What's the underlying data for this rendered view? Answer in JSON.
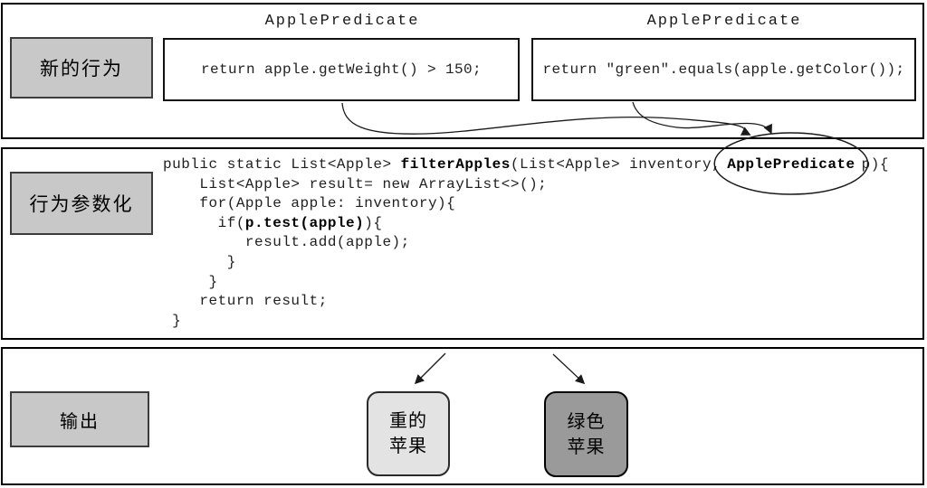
{
  "diagram": {
    "figure_type": "annotated-code-flow",
    "rows": {
      "behavior": {
        "label": "新的行为",
        "predicates": [
          {
            "title": "ApplePredicate",
            "code": "return apple.getWeight() > 150;"
          },
          {
            "title": "ApplePredicate",
            "code": "return \"green\".equals(apple.getColor());"
          }
        ]
      },
      "parameterization": {
        "label": "行为参数化",
        "code_lines": [
          {
            "segments": [
              {
                "text": "public static List<Apple> "
              },
              {
                "text": "filterApples",
                "bold": true
              },
              {
                "text": "(List<Apple> inventory,"
              },
              {
                "text": "ApplePredicate",
                "bold": true,
                "circled": true
              },
              {
                "text": "p){"
              }
            ]
          },
          {
            "segments": [
              {
                "text": "    List<Apple> result= new ArrayList<>();"
              }
            ]
          },
          {
            "segments": [
              {
                "text": "    for(Apple apple: inventory){"
              }
            ]
          },
          {
            "segments": [
              {
                "text": "      if("
              },
              {
                "text": "p.test(apple)",
                "bold": true
              },
              {
                "text": "){"
              }
            ]
          },
          {
            "segments": [
              {
                "text": "         result.add(apple);"
              }
            ]
          },
          {
            "segments": [
              {
                "text": "       }"
              }
            ]
          },
          {
            "segments": [
              {
                "text": "     }"
              }
            ]
          },
          {
            "segments": [
              {
                "text": "    return result;"
              }
            ]
          },
          {
            "segments": [
              {
                "text": " }"
              }
            ]
          }
        ]
      },
      "output": {
        "label": "输出",
        "results": [
          {
            "line1": "重的",
            "line2": "苹果",
            "shade": "light"
          },
          {
            "line1": "绿色",
            "line2": "苹果",
            "shade": "dark"
          }
        ]
      }
    },
    "colors": {
      "label_box_bg": "#c8c8c8",
      "result_light_bg": "#e3e3e3",
      "result_dark_bg": "#9a9a9a",
      "line_color": "#1a1a1a"
    }
  }
}
